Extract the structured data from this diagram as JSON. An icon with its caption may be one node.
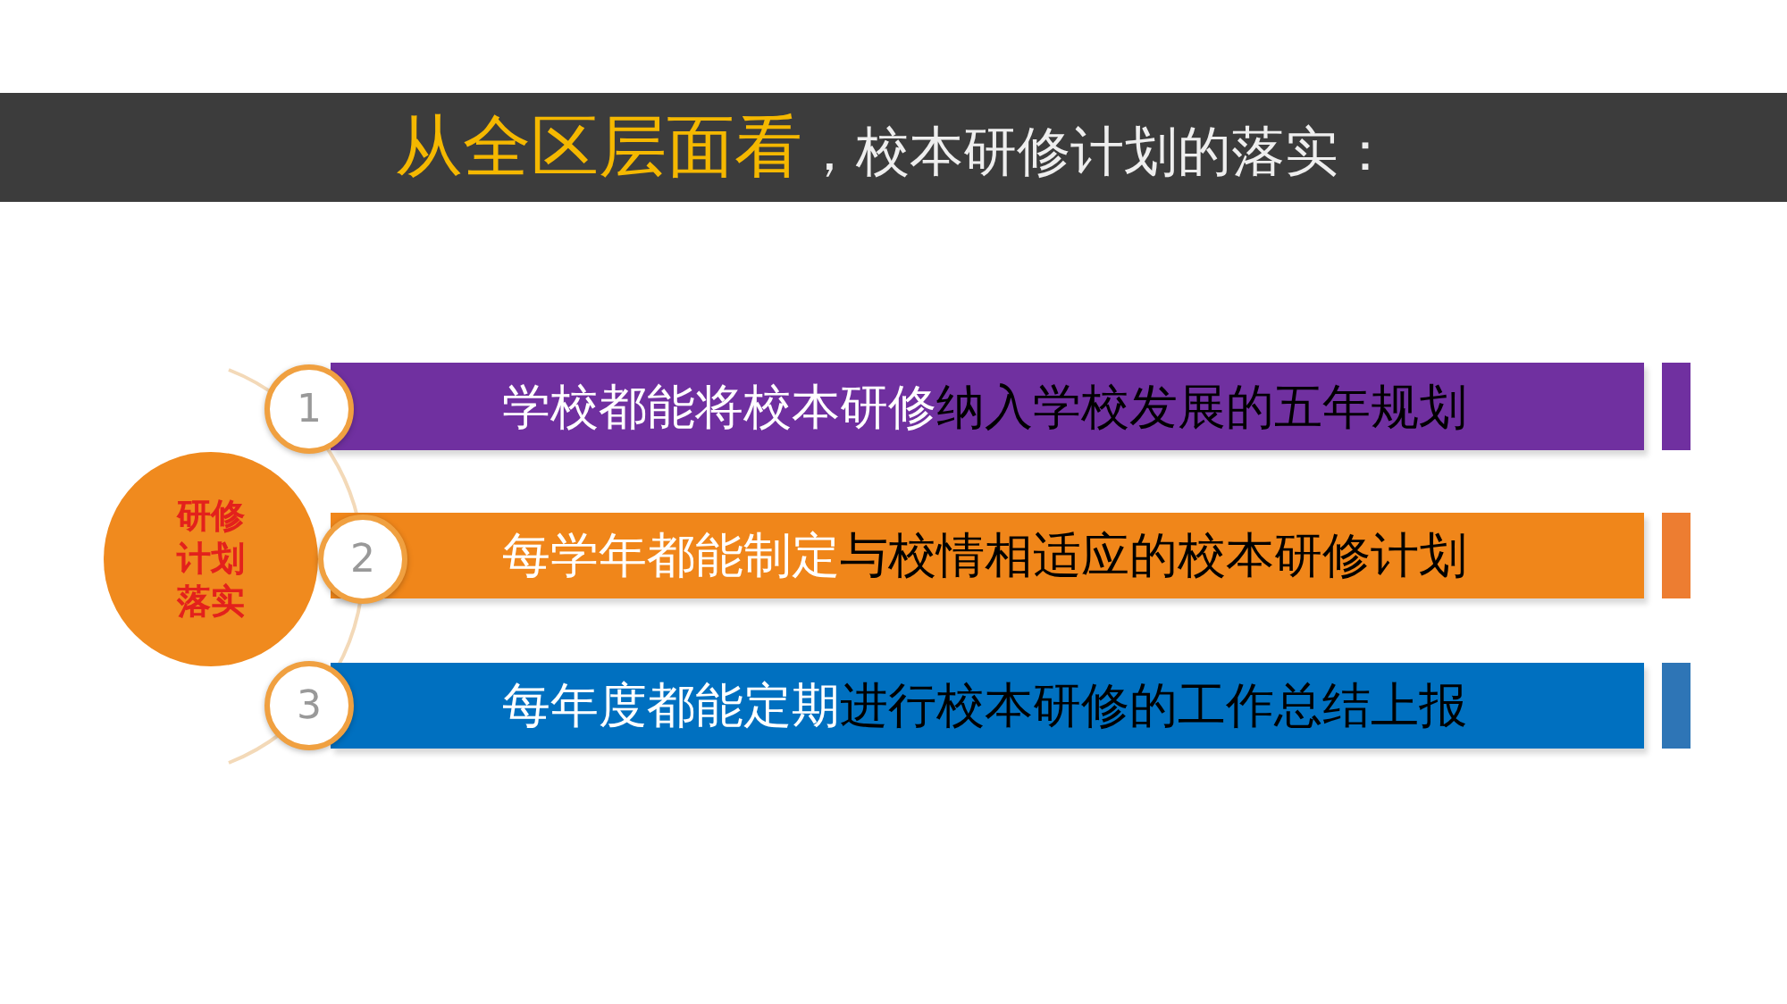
{
  "diagram": {
    "title": "**从全区层面看**，校本研修计划的落实：",
    "nodes": [
      {
        "text": [
          "研修计划落实"
        ]
      },
      {
        "text": [
          "1"
        ]
      },
      {
        "text": [
          "2"
        ]
      },
      {
        "text": [
          "3"
        ]
      },
      {
        "text": [
          "学校都能将校本研修**纳入学校发展的五年规划**"
        ]
      },
      {
        "text": [
          "每学年都能制定**与校情相适应的校本研修计划**"
        ]
      },
      {
        "text": [
          "每年度都能定期**进行校本研修的工作总结上报**"
        ]
      }
    ]
  }
}
